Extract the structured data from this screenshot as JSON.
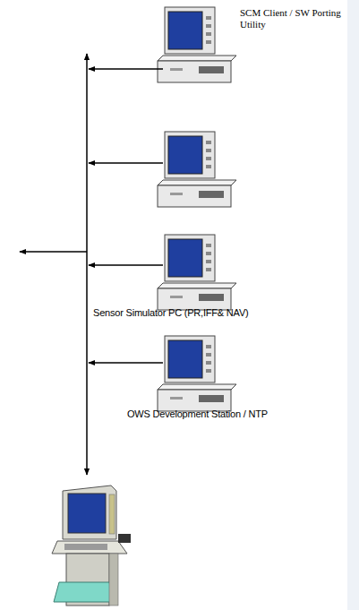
{
  "diagram": {
    "labels": [
      "SCM Client / SW Porting Utility",
      "Sensor Simulator PC (PR,IFF& NAV)",
      "OWS Development Station / NTP"
    ]
  }
}
